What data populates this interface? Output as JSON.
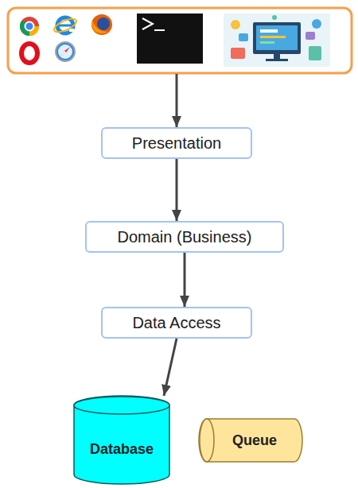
{
  "diagram": {
    "nodes": [
      {
        "text": [
          "Presentation"
        ]
      },
      {
        "text": [
          "Domain (Business)"
        ]
      },
      {
        "text": [
          "Data Access"
        ]
      },
      {
        "text": [
          "Database"
        ]
      },
      {
        "text": [
          "Queue"
        ]
      }
    ],
    "edges": [
      {
        "from": 0,
        "to": 1,
        "arrow": "to"
      },
      {
        "from": 1,
        "to": 2,
        "arrow": "to"
      },
      {
        "from": 2,
        "to": 3,
        "arrow": "to"
      }
    ]
  }
}
